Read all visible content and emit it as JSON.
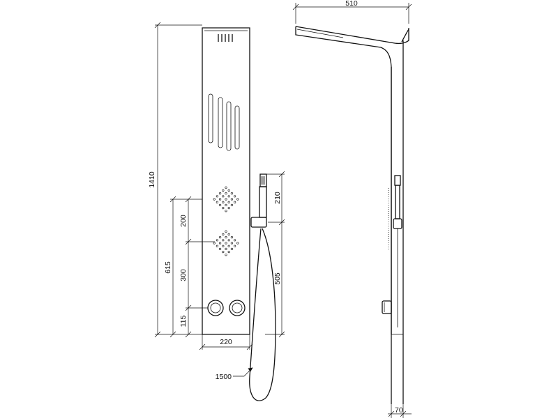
{
  "dimensions": {
    "panel_height": "1410",
    "panel_width": "220",
    "outlet_height": "615",
    "jet_spacing_upper": "200",
    "jet_spacing_lower": "300",
    "knob_height": "115",
    "handshower_length": "210",
    "holder_height": "505",
    "hose_length": "1500",
    "arm_reach": "510",
    "panel_depth": "70"
  }
}
